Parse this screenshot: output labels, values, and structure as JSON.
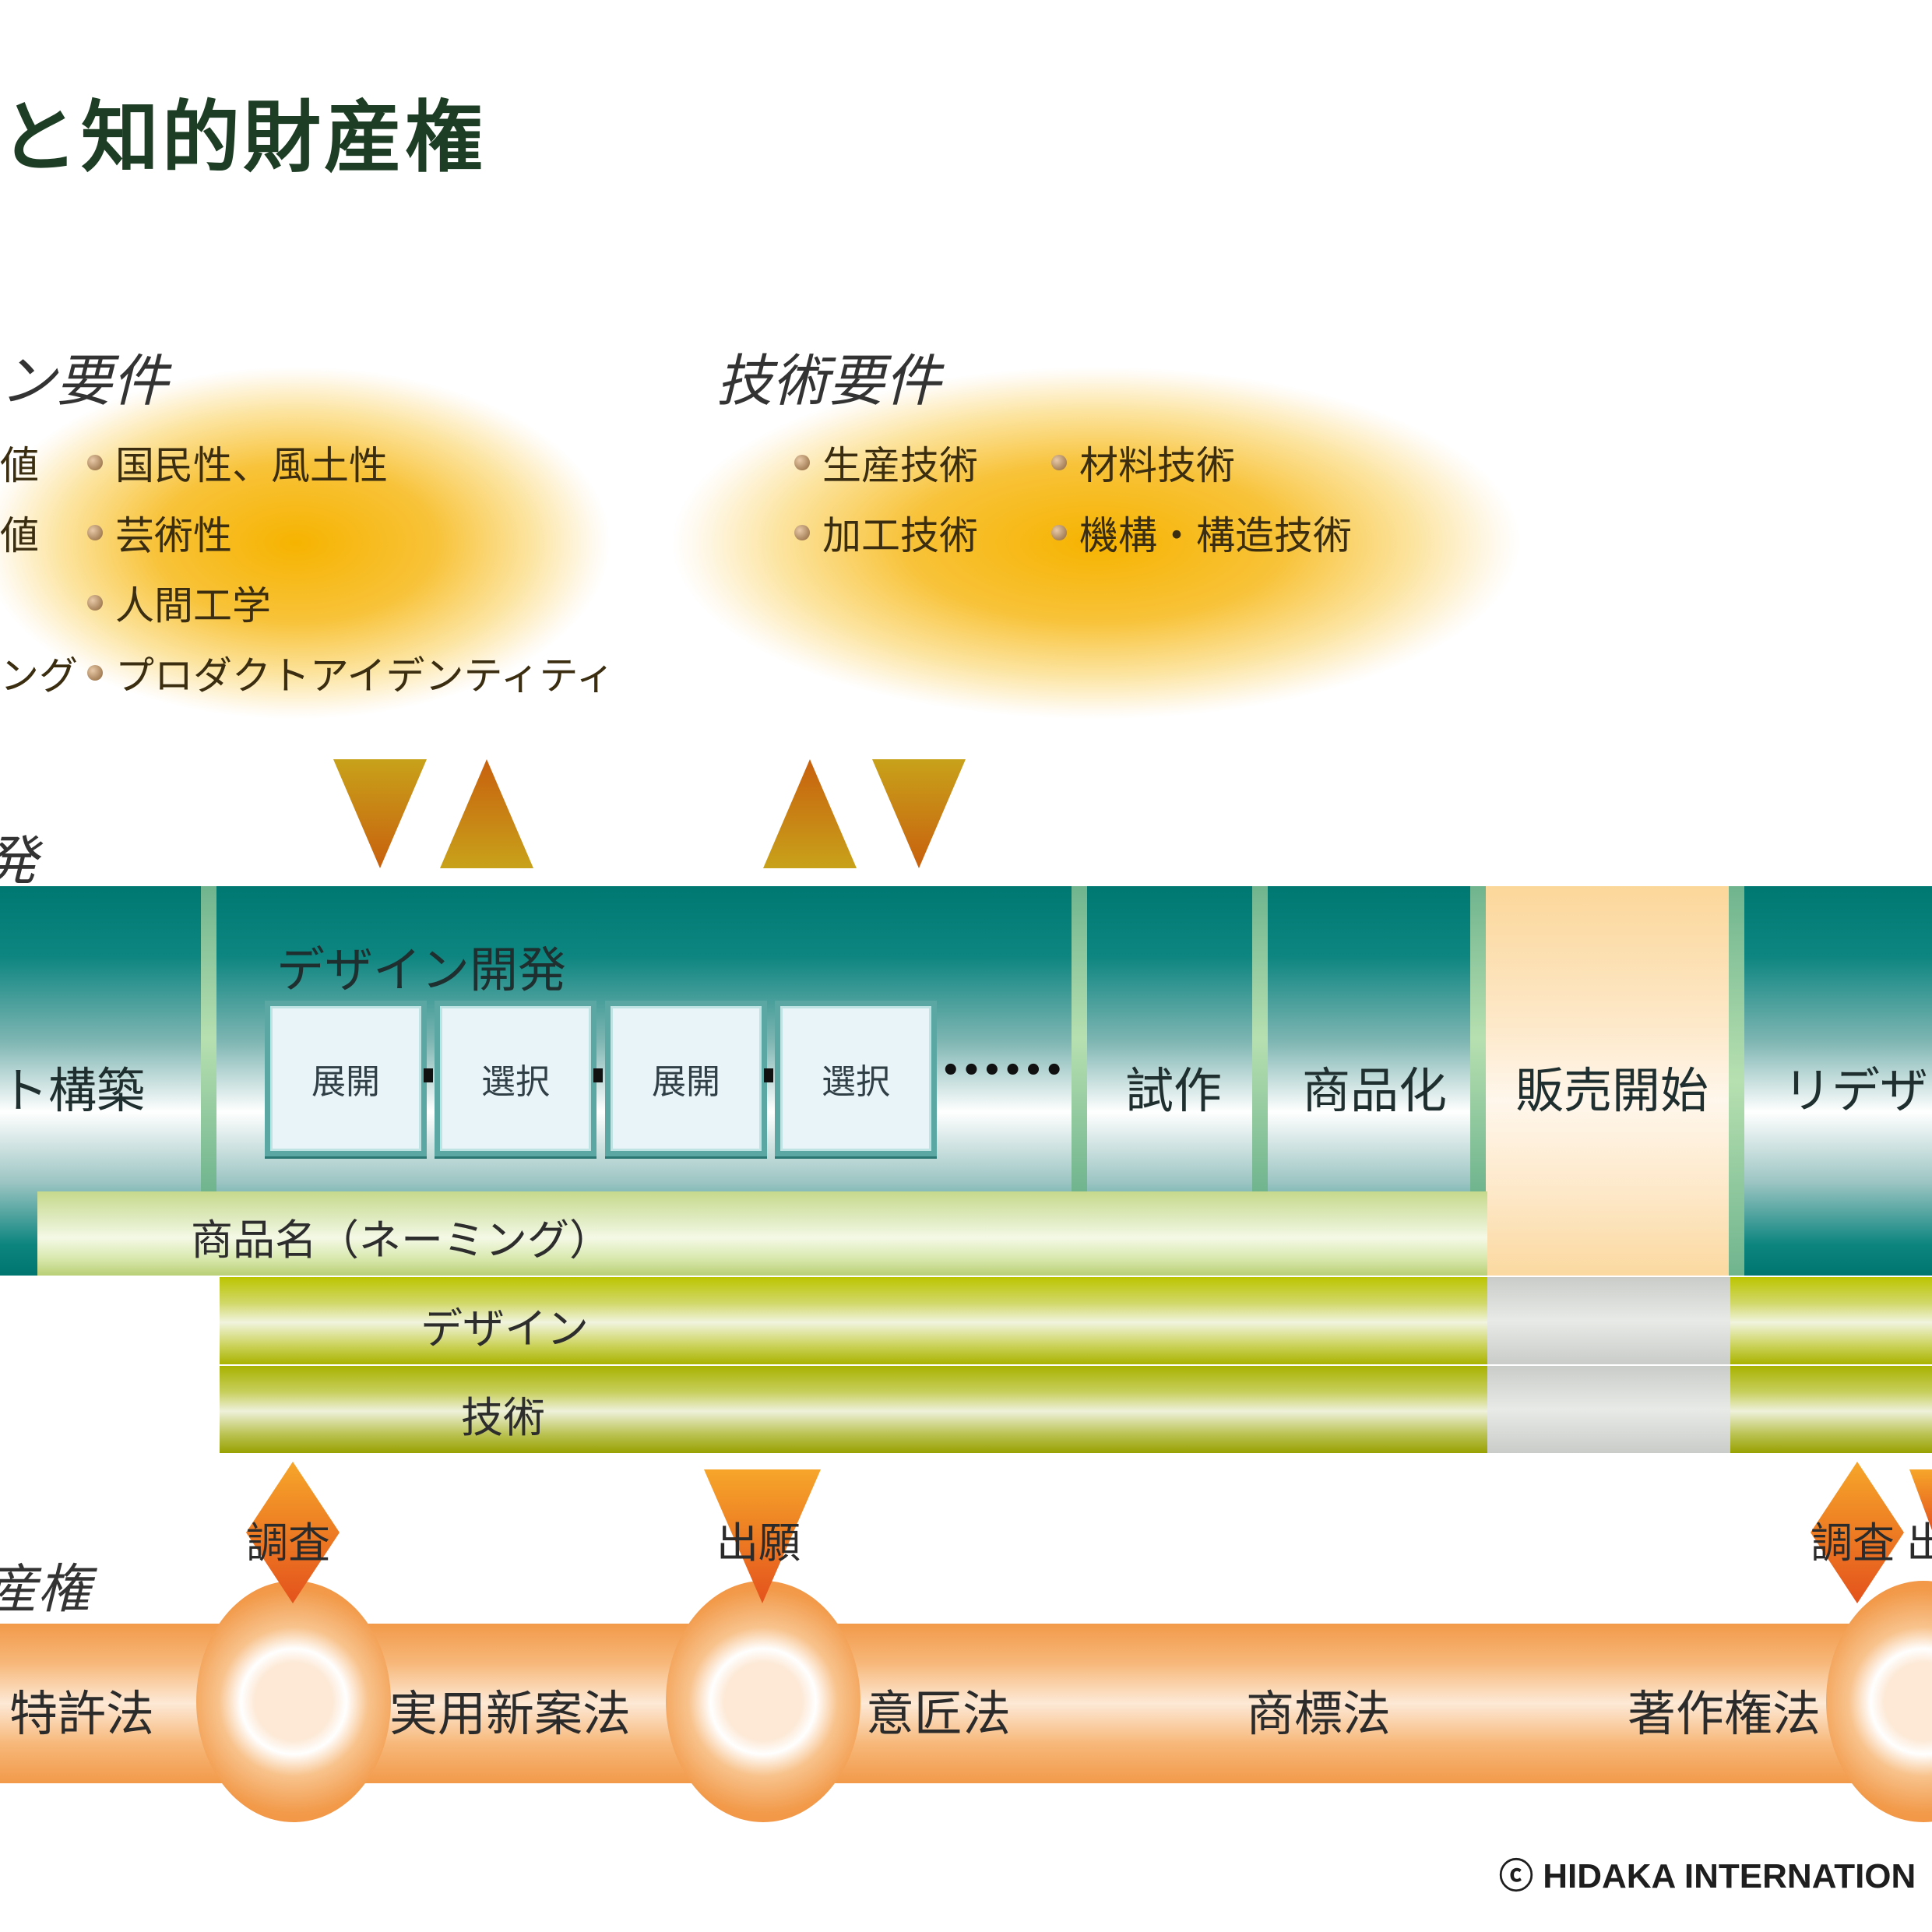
{
  "title": "と知的財産権",
  "design_requirements": {
    "heading": "ン要件",
    "col1": [
      "値",
      "値",
      "",
      "ング"
    ],
    "col2": [
      "国民性、風土性",
      "芸術性",
      "人間工学",
      "プロダクトアイデンティティ"
    ]
  },
  "tech_requirements": {
    "heading": "技術要件",
    "col1": [
      "生産技術",
      "加工技術"
    ],
    "col2": [
      "材料技術",
      "機構・構造技術"
    ]
  },
  "development": {
    "side_label": "発",
    "phases": {
      "concept": "ト構築",
      "design_dev": "デザイン開発",
      "prototype": "試作",
      "commercial": "商品化",
      "sales": "販売開始",
      "redesign": "リデザイ"
    },
    "steps": [
      "展開",
      "選択",
      "展開",
      "選択"
    ],
    "ellipsis": "••••••"
  },
  "bars": {
    "naming": "商品名（ネーミング）",
    "design": "デザイン",
    "technology": "技術"
  },
  "ip": {
    "side_label": "産権",
    "markers": {
      "survey": "調査",
      "filing": "出願",
      "survey2": "調査",
      "filing2": "出"
    },
    "laws": [
      "特許法",
      "実用新案法",
      "意匠法",
      "商標法",
      "著作権法"
    ]
  },
  "copyright": "ⓒ HIDAKA INTERNATION",
  "colors": {
    "teal": "#007872",
    "orange": "#f29a4a",
    "olive": "#bcc500",
    "gold": "#f6b300",
    "title_green": "#1d3d24"
  }
}
